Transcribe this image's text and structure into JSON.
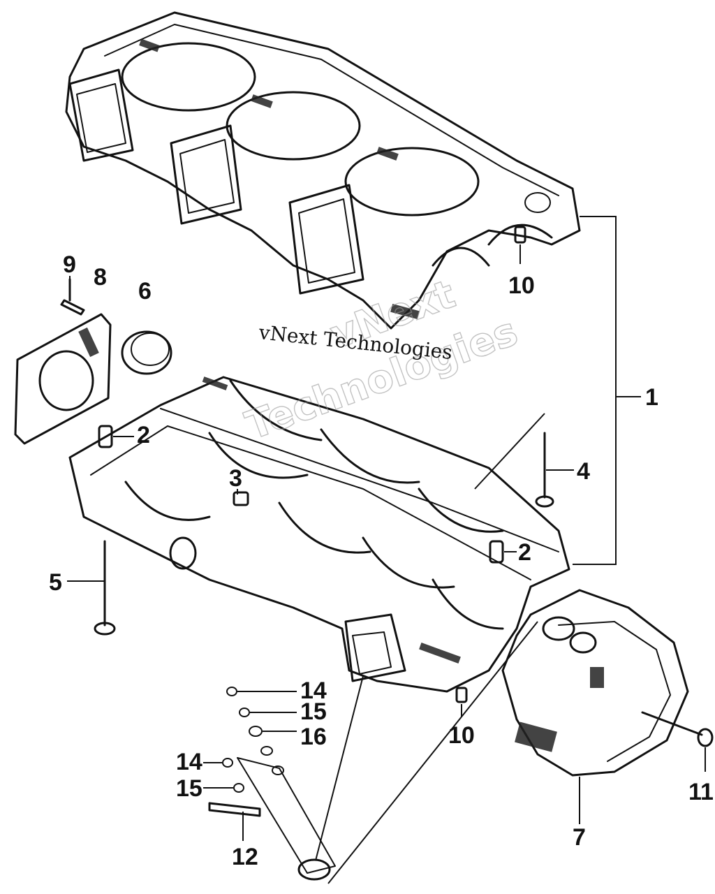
{
  "watermark": {
    "line": "vNext Technologies",
    "big_top": "vNext",
    "big_bottom": "Technologies"
  },
  "callouts": {
    "c1": "1",
    "c2a": "2",
    "c2b": "2",
    "c3": "3",
    "c4": "4",
    "c5": "5",
    "c6": "6",
    "c7": "7",
    "c8": "8",
    "c9": "9",
    "c10a": "10",
    "c10b": "10",
    "c11": "11",
    "c12": "12",
    "c14a": "14",
    "c14b": "14",
    "c15a": "15",
    "c15b": "15",
    "c16": "16"
  }
}
